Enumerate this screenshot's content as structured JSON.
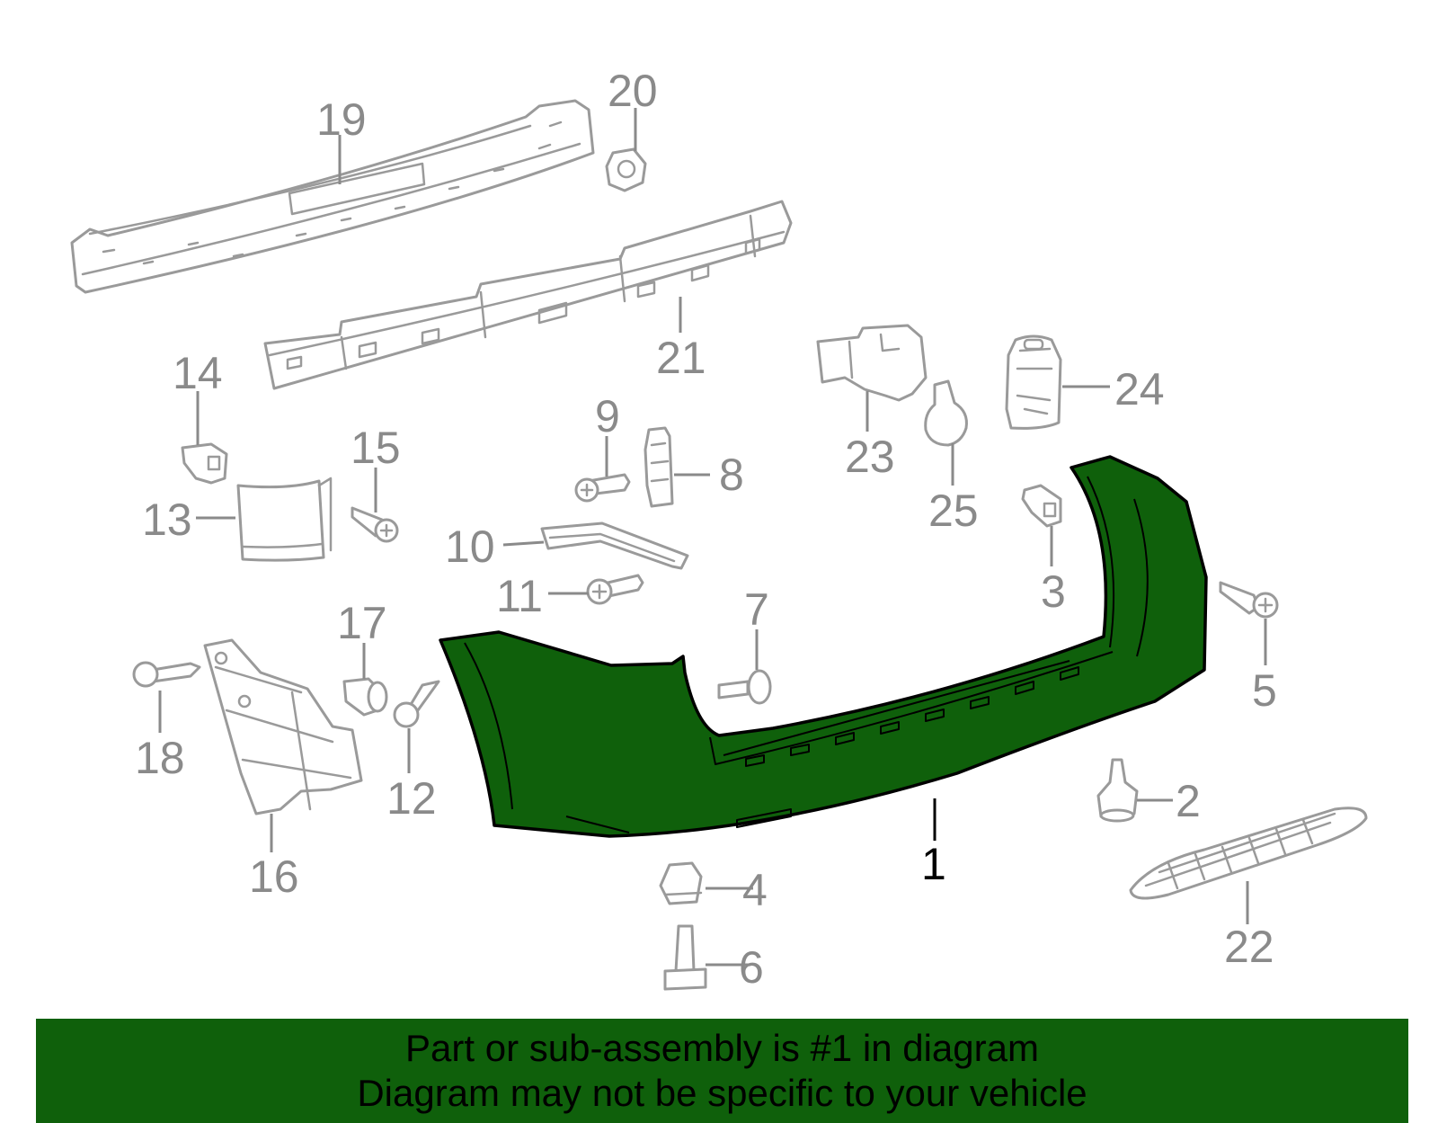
{
  "colors": {
    "highlight": "#0f600b",
    "part_outline": "#9a9a9a",
    "label_gray": "#8a8a8a",
    "label_main": "#000000",
    "background": "#ffffff"
  },
  "callouts": {
    "c1": "1",
    "c2": "2",
    "c3": "3",
    "c4": "4",
    "c5": "5",
    "c6": "6",
    "c7": "7",
    "c8": "8",
    "c9": "9",
    "c10": "10",
    "c11": "11",
    "c12": "12",
    "c13": "13",
    "c14": "14",
    "c15": "15",
    "c16": "16",
    "c17": "17",
    "c18": "18",
    "c19": "19",
    "c20": "20",
    "c21": "21",
    "c22": "22",
    "c23": "23",
    "c24": "24",
    "c25": "25"
  },
  "highlighted_part": "1",
  "banner": {
    "line1": "Part or sub-assembly is #1 in diagram",
    "line2": "Diagram may not be specific to your vehicle"
  }
}
